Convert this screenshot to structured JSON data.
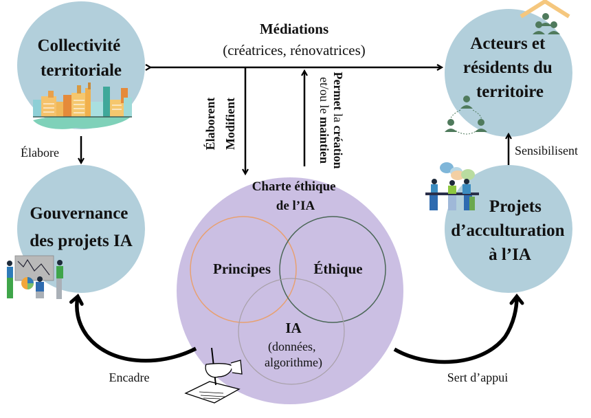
{
  "colors": {
    "node_fill": "#b2cfdb",
    "center_fill": "#cbbfe3",
    "principes_stroke": "#e8a070",
    "ethique_stroke": "#4a6656",
    "ia_stroke": "#a8a0a8",
    "arrow": "#000000",
    "people_green": "#4f7a5c",
    "roof": "#f5c77e"
  },
  "nodes": {
    "collectivite": {
      "lines": [
        "Collectivité",
        "territoriale"
      ],
      "illustration": "city-skyline-icon"
    },
    "acteurs": {
      "lines": [
        "Acteurs et",
        "résidents du",
        "territoire"
      ],
      "illustration": "community-people-icon"
    },
    "gouvernance": {
      "lines": [
        "Gouvernance",
        "des projets IA"
      ],
      "illustration": "team-chart-presentation-icon"
    },
    "projets": {
      "lines": [
        "Projets",
        "d’acculturation",
        "à l’IA"
      ],
      "illustration": "team-meeting-icon"
    },
    "charte": {
      "lines": [
        "Charte éthique",
        "de l’IA"
      ],
      "illustration": "hand-signing-document-icon",
      "venn": {
        "principes": "Principes",
        "ethique": "Éthique",
        "ia_title": "IA",
        "ia_sub": [
          "(données,",
          "algorithme)"
        ]
      }
    }
  },
  "edges": {
    "mediations": {
      "title": "Médiations",
      "subtitle": "(créatrices, rénovatrices)"
    },
    "elabore": "Élabore",
    "elaborent_modifient": [
      "Élaborent",
      "Modifient"
    ],
    "permet": {
      "bold_part": "Permet",
      "normal_part": " la ",
      "bold_part2": "création",
      "line2_normal": "et/ou le ",
      "line2_bold": "maintien"
    },
    "sensibilisent": "Sensibilisent",
    "encadre": "Encadre",
    "sert_appui": "Sert d’appui"
  }
}
